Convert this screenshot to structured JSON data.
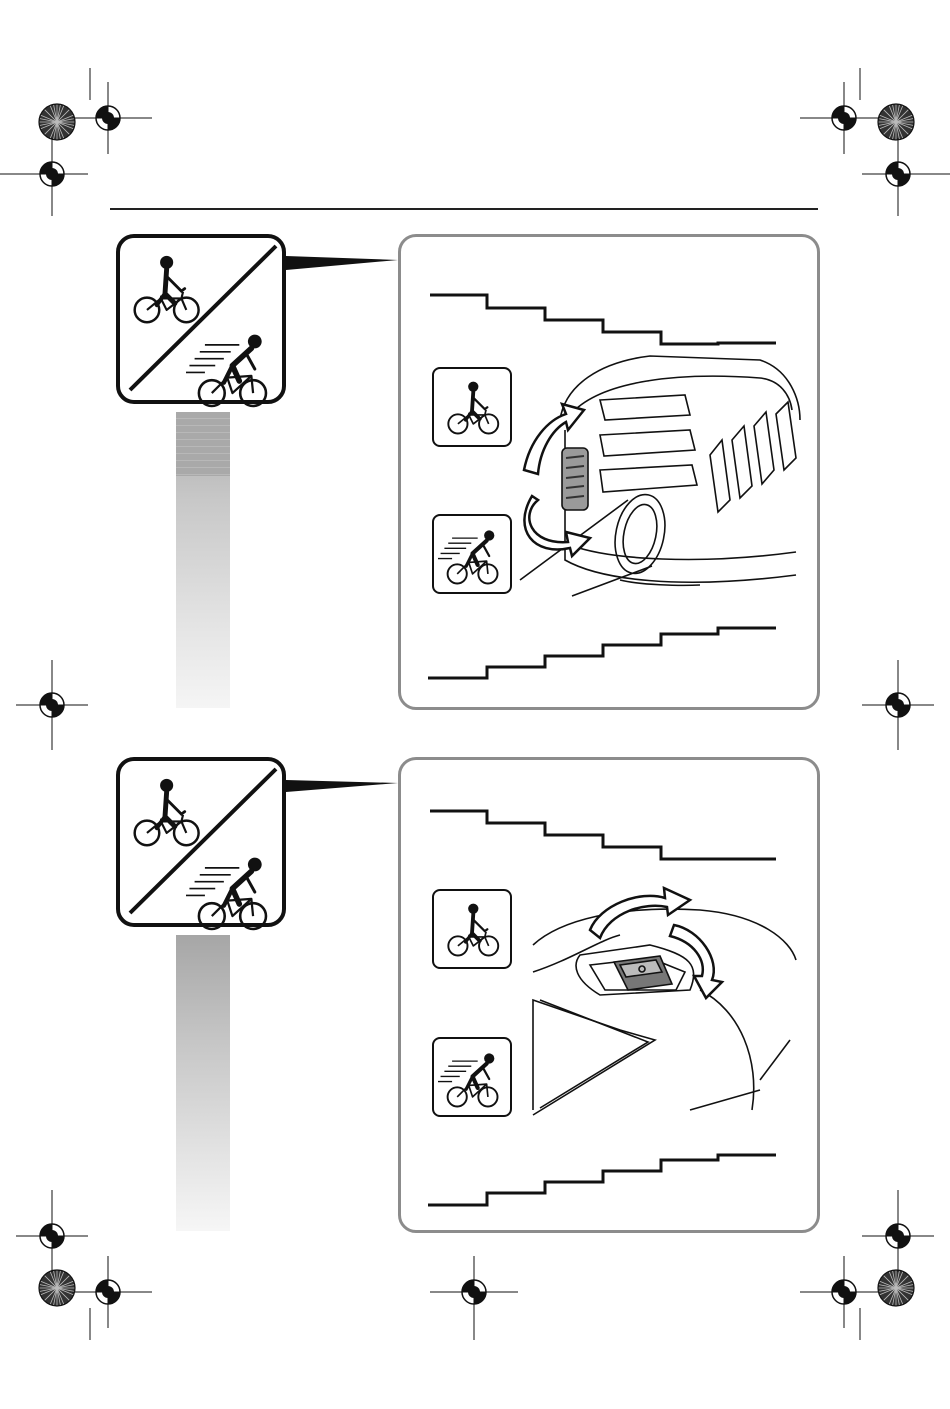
{
  "document": {
    "type": "instruction-manual-illustration-page",
    "text_content": []
  },
  "figures": [
    {
      "id": "figure-rotary-dial",
      "control": "rotary-power-dial",
      "icons": [
        "cyclist-slow-icon",
        "cyclist-fast-icon"
      ]
    },
    {
      "id": "figure-slide-switch",
      "control": "slide-power-switch",
      "icons": [
        "cyclist-slow-icon",
        "cyclist-fast-icon"
      ]
    }
  ],
  "colors": {
    "ink": "#111111",
    "panel_border": "#8c8c8c",
    "gradient_dark": "#a9a9a9",
    "gradient_light": "#f5f5f5",
    "dial_gray": "#9a9a9a"
  }
}
